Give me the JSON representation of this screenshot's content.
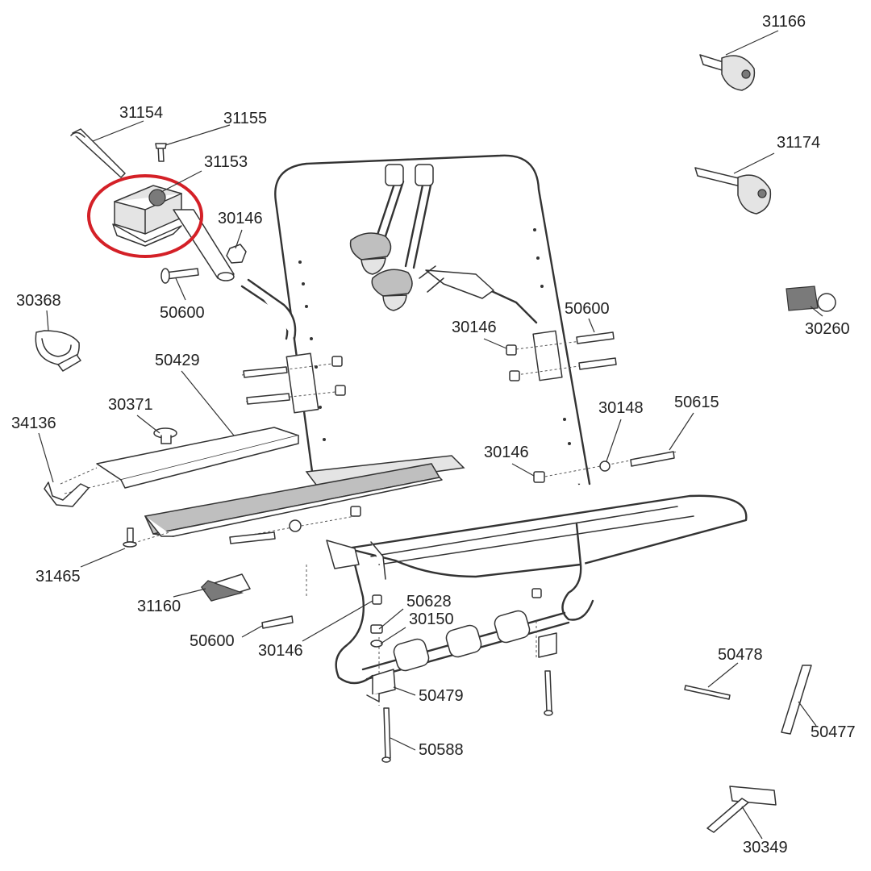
{
  "parts": [
    {
      "id": "p31166",
      "number": "31166"
    },
    {
      "id": "p31154",
      "number": "31154"
    },
    {
      "id": "p31155",
      "number": "31155"
    },
    {
      "id": "p31153",
      "number": "31153"
    },
    {
      "id": "p31174",
      "number": "31174"
    },
    {
      "id": "p30146a",
      "number": "30146"
    },
    {
      "id": "p30368",
      "number": "30368"
    },
    {
      "id": "p50600a",
      "number": "50600"
    },
    {
      "id": "p50600b",
      "number": "50600"
    },
    {
      "id": "p30260",
      "number": "30260"
    },
    {
      "id": "p30146b",
      "number": "30146"
    },
    {
      "id": "p50429",
      "number": "50429"
    },
    {
      "id": "p30371",
      "number": "30371"
    },
    {
      "id": "p30148",
      "number": "30148"
    },
    {
      "id": "p50615",
      "number": "50615"
    },
    {
      "id": "p34136",
      "number": "34136"
    },
    {
      "id": "p30146c",
      "number": "30146"
    },
    {
      "id": "p31465",
      "number": "31465"
    },
    {
      "id": "p50628",
      "number": "50628"
    },
    {
      "id": "p31160",
      "number": "31160"
    },
    {
      "id": "p30150",
      "number": "30150"
    },
    {
      "id": "p50600c",
      "number": "50600"
    },
    {
      "id": "p30146d",
      "number": "30146"
    },
    {
      "id": "p50478",
      "number": "50478"
    },
    {
      "id": "p50479",
      "number": "50479"
    },
    {
      "id": "p50477",
      "number": "50477"
    },
    {
      "id": "p50588",
      "number": "50588"
    },
    {
      "id": "p30349",
      "number": "30349"
    }
  ],
  "highlight": {
    "part": "31153",
    "color": "#d42027"
  },
  "colors": {
    "line": "#333333",
    "shade": "#bfbfbf",
    "background": "#ffffff"
  }
}
